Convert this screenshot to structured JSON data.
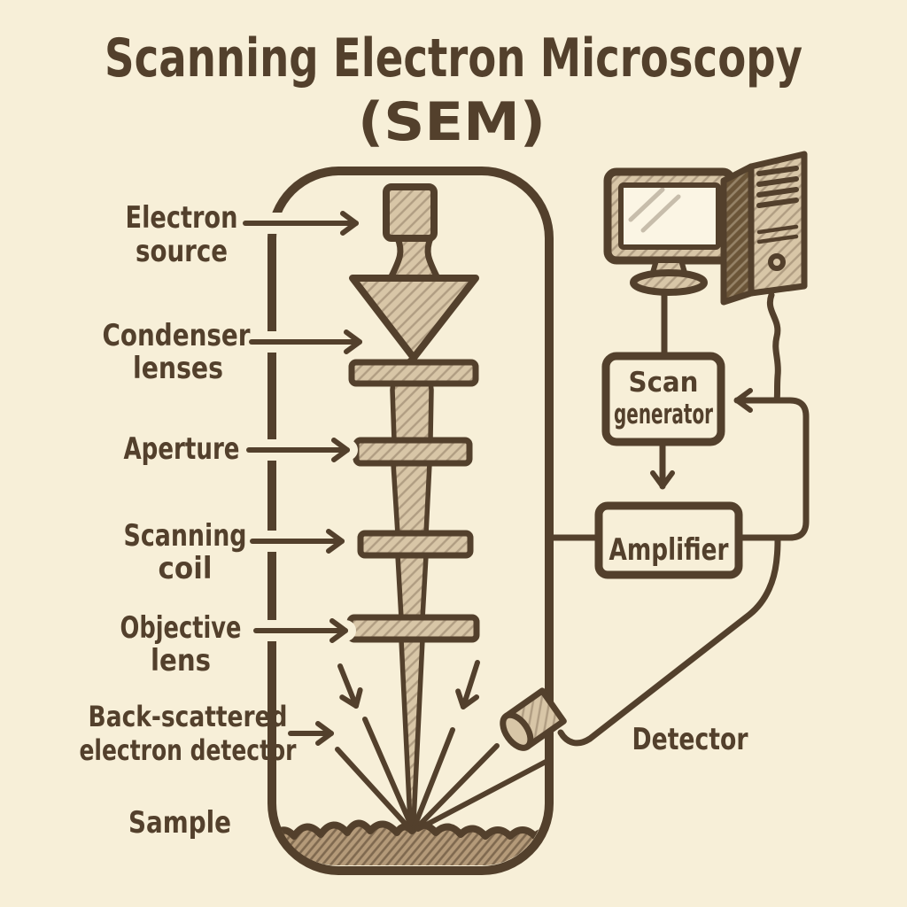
{
  "title": {
    "line1": "Scanning Electron Microscopy",
    "line2": "(SEM)"
  },
  "component_labels": {
    "electron_source": [
      "Electron",
      "source"
    ],
    "condenser_lenses": [
      "Condenser",
      "lenses"
    ],
    "aperture": [
      "Aperture"
    ],
    "scanning_coil": [
      "Scanning",
      "coil"
    ],
    "objective_lens": [
      "Objective",
      "lens"
    ],
    "backscattered_detector": [
      "Back-scattered",
      "electron detector"
    ],
    "sample": [
      "Sample"
    ],
    "detector": [
      "Detector"
    ]
  },
  "flow_boxes": {
    "scan_generator": [
      "Scan",
      "generator"
    ],
    "amplifier": [
      "Amplifier"
    ]
  },
  "colors": {
    "background": "#f7efd8",
    "ink": "#53402c",
    "tan": "#d8c6a7",
    "sample": "#b49a79",
    "screen": "#fbf5e4",
    "tower_side": "#6b5538"
  }
}
